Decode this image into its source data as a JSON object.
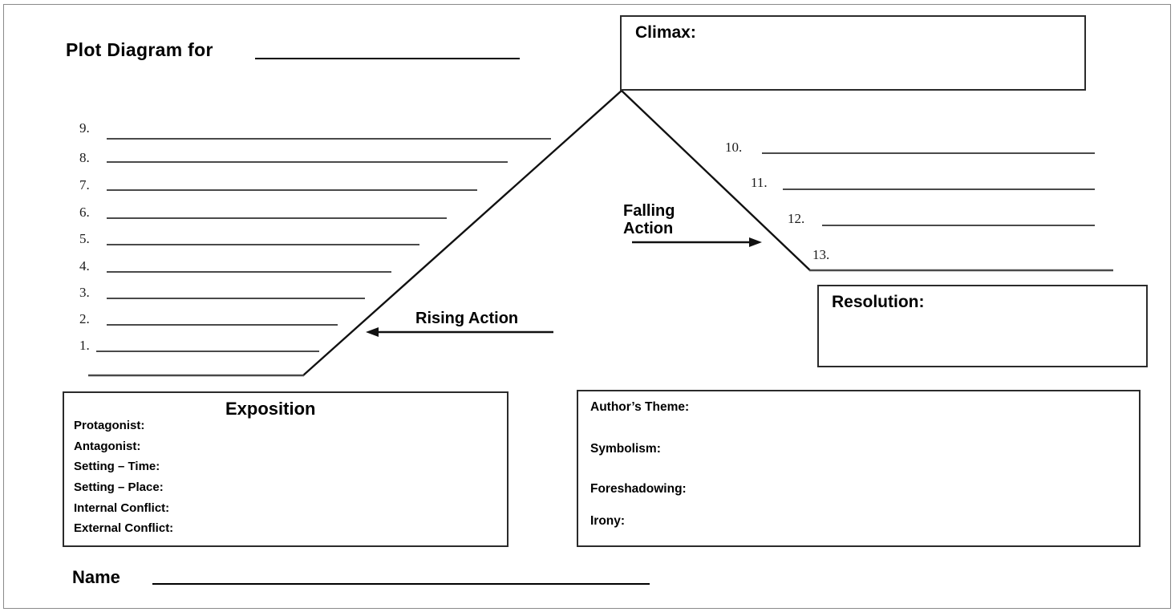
{
  "page": {
    "title_label": "Plot Diagram for",
    "name_label": "Name"
  },
  "climax": {
    "label": "Climax:"
  },
  "resolution": {
    "label": "Resolution:"
  },
  "rising_action": {
    "label": "Rising Action"
  },
  "falling_action": {
    "label": "Falling\nAction"
  },
  "rising_items": [
    {
      "number": "9."
    },
    {
      "number": "8."
    },
    {
      "number": "7."
    },
    {
      "number": "6."
    },
    {
      "number": "5."
    },
    {
      "number": "4."
    },
    {
      "number": "3."
    },
    {
      "number": "2."
    },
    {
      "number": "1."
    }
  ],
  "falling_items": [
    {
      "number": "10."
    },
    {
      "number": "11."
    },
    {
      "number": "12."
    },
    {
      "number": "13."
    }
  ],
  "exposition": {
    "title": "Exposition",
    "items": [
      {
        "label": "Protagonist:"
      },
      {
        "label": "Antagonist:"
      },
      {
        "label": "Setting – Time:"
      },
      {
        "label": "Setting – Place:"
      },
      {
        "label": "Internal Conflict:"
      },
      {
        "label": "External Conflict:"
      }
    ]
  },
  "analysis": {
    "items": [
      {
        "label": "Author’s Theme:"
      },
      {
        "label": "Symbolism:"
      },
      {
        "label": "Foreshadowing:"
      },
      {
        "label": "Irony:"
      }
    ]
  },
  "colors": {
    "ink": "#000000",
    "rule": "#4a4a4a",
    "box_border": "#2b2b2b",
    "page_border": "#8a8a8a",
    "background": "#ffffff"
  }
}
